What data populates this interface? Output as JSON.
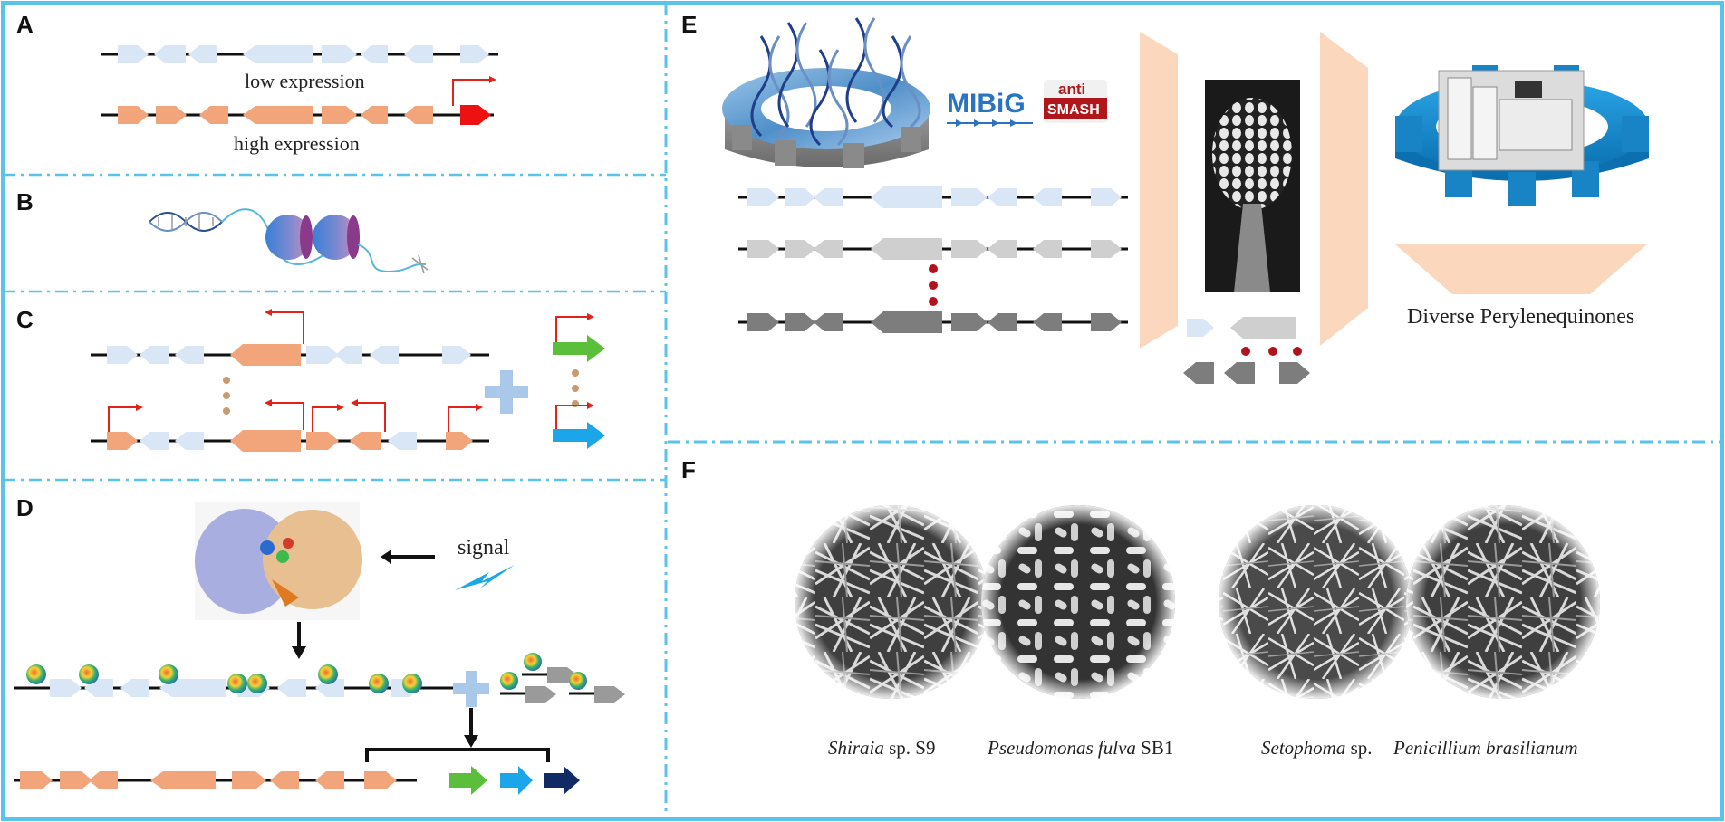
{
  "panels": {
    "A": {
      "label": "A",
      "low_text": "low expression",
      "high_text": "high expression"
    },
    "B": {
      "label": "B"
    },
    "C": {
      "label": "C"
    },
    "D": {
      "label": "D",
      "signal_text": "signal"
    },
    "E": {
      "label": "E",
      "mibig_text": "MIBiG",
      "anti_text": "anti",
      "smash_text": "SMASH",
      "product_text": "Diverse Perylenequinones"
    },
    "F": {
      "label": "F",
      "pair1": {
        "left_italic": "Shiraia",
        "left_rest": " sp. S9",
        "right_italic": "Pseudomonas fulva",
        "right_rest": " SB1"
      },
      "pair2": {
        "left_italic": "Setophoma",
        "left_rest": " sp.",
        "right_italic": "Penicillium brasilianum"
      }
    }
  },
  "colors": {
    "frame": "#5ac3ea",
    "gene_light": "#d9e6f5",
    "gene_orange": "#f2a47a",
    "gene_grey_light": "#cfcfcf",
    "gene_grey_dark": "#7d7d7d",
    "promoter": "#e2231a",
    "strong_promoter": "#ee1111",
    "green_cassette": "#5cbf3c",
    "blue_cassette": "#1aa6e8",
    "navy_cassette": "#102a66",
    "grey_cassette": "#9a9a9a",
    "gear_blue": "#1e8fd0",
    "plus": "#a9c8ea",
    "funnel": "#fbd8bd",
    "lightning": "#1ba9e6",
    "dots_red": "#b3121d",
    "dots_tan": "#c79a6f"
  }
}
